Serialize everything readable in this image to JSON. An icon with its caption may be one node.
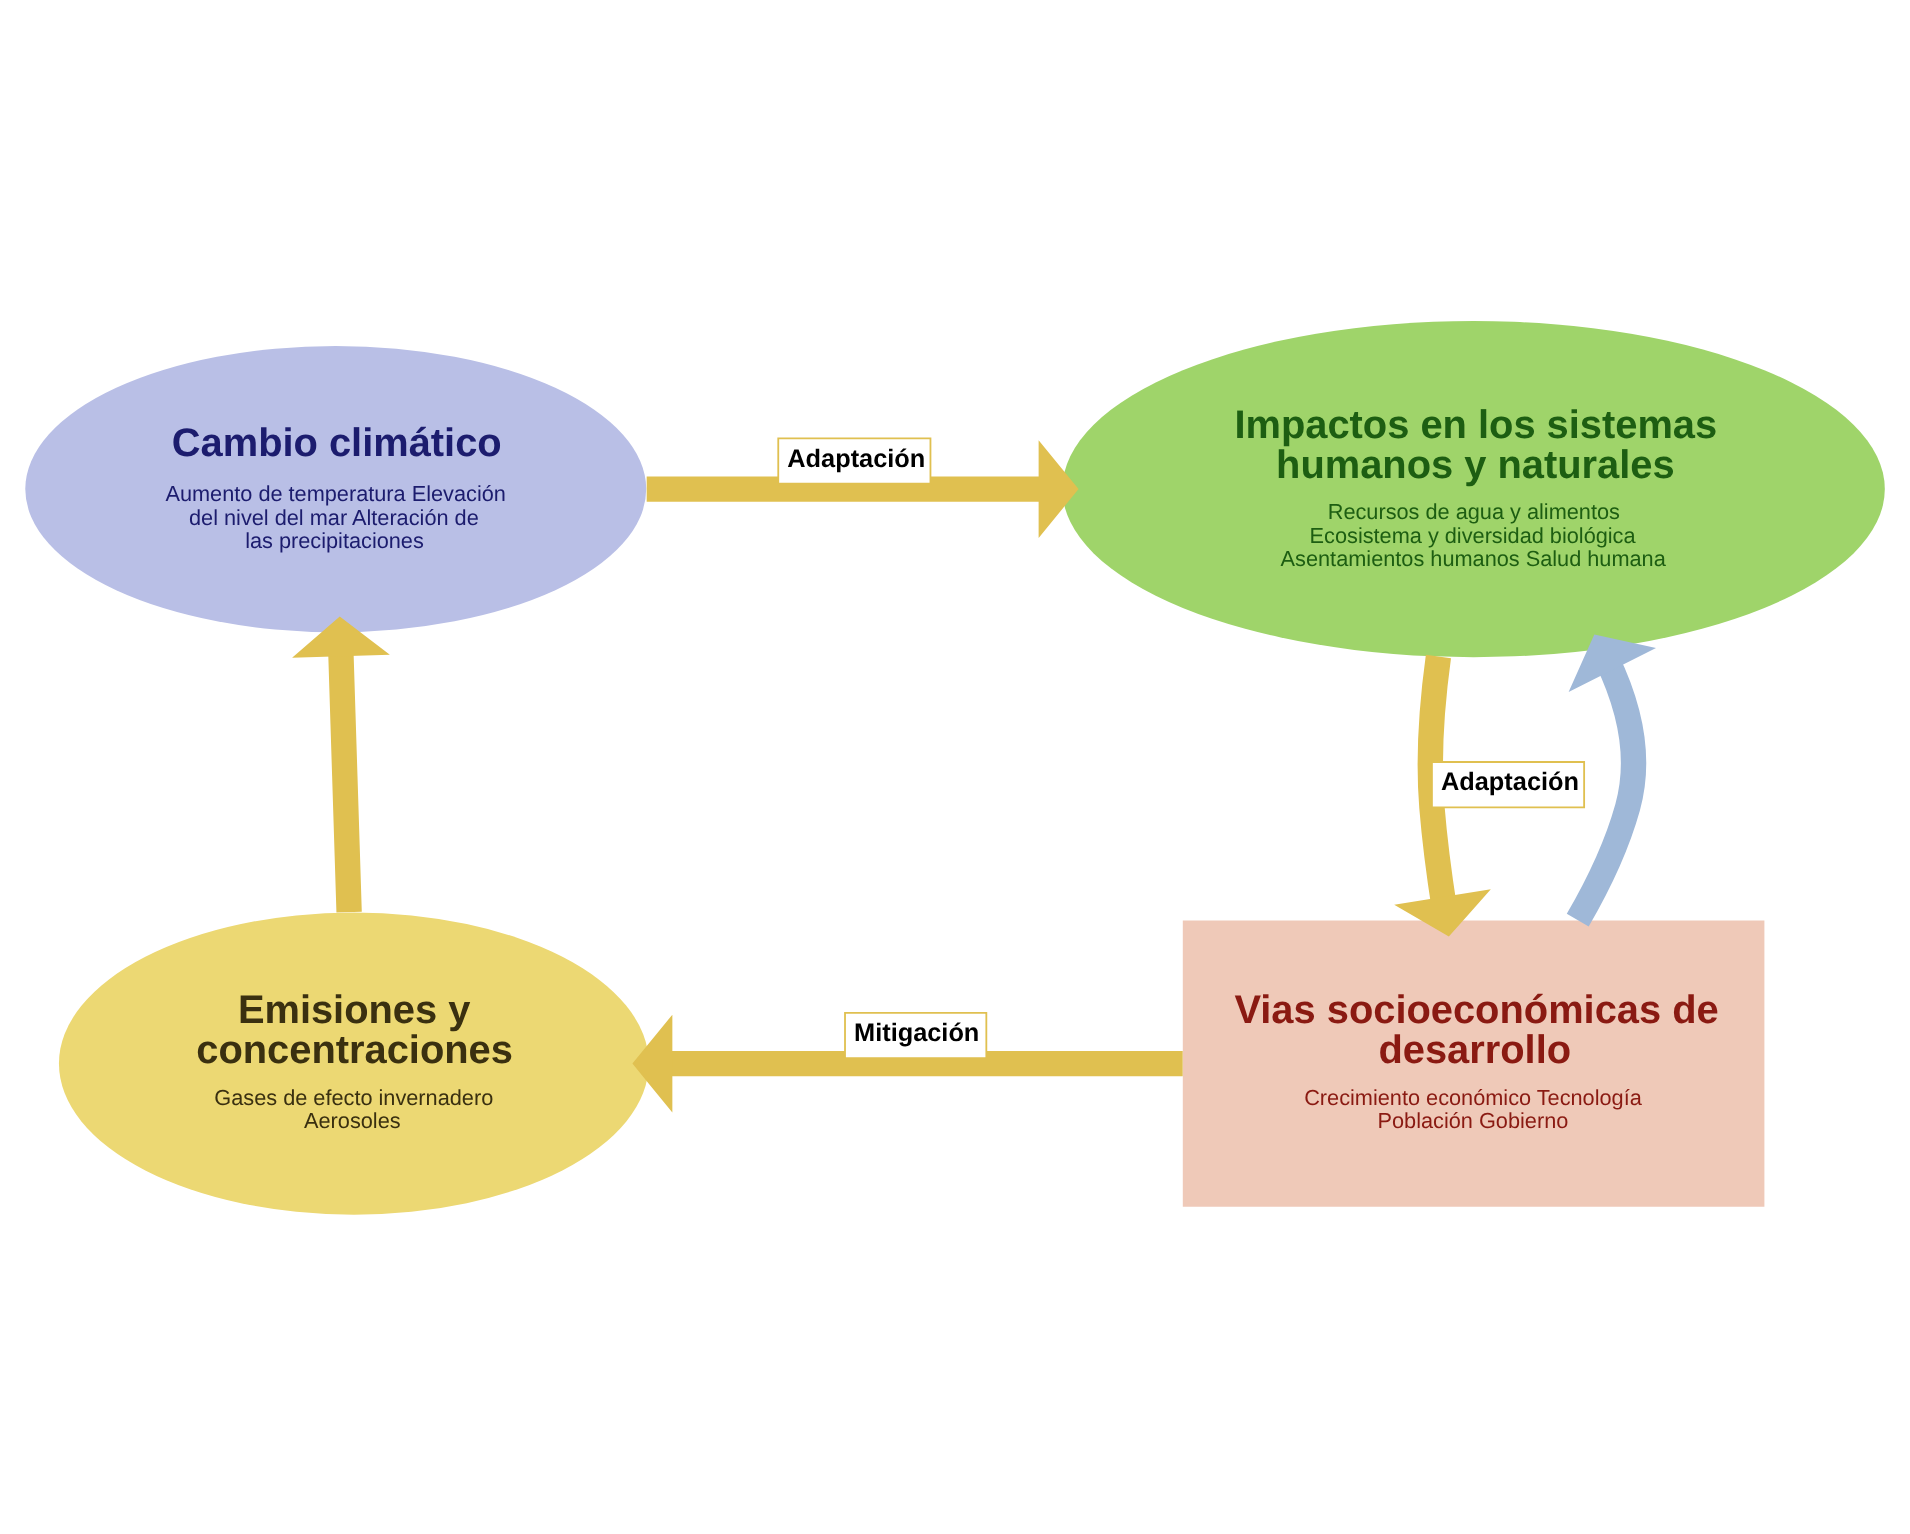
{
  "diagram": {
    "nodes": [
      {
        "text": [
          "Cambio climático",
          "Aumento de temperatura Elevación del nivel del mar Alteración de las precipitaciones"
        ]
      },
      {
        "text": [
          "Impactos en los sistemas humanos y naturales",
          "Recursos de agua y alimentos Ecosistema y diversidad biológica Asentamientos humanos Salud humana"
        ]
      },
      {
        "text": [
          "Vias socioeconómicas de desarrollo",
          "Crecimiento económico Tecnología Población Gobierno"
        ]
      },
      {
        "text": [
          "Emisiones y concentraciones",
          "Gases de efecto invernadero Aerosoles"
        ]
      }
    ],
    "edges": [
      {
        "from": 0,
        "to": 1,
        "arrow": "to",
        "label": "Adaptación"
      },
      {
        "from": 1,
        "to": 2,
        "arrow": "to",
        "label": "Adaptación"
      },
      {
        "from": 2,
        "to": 1,
        "arrow": "to",
        "color": "#9fb8d8"
      },
      {
        "from": 2,
        "to": 3,
        "arrow": "to",
        "label": "Mitigación"
      },
      {
        "from": 3,
        "to": 0,
        "arrow": "to"
      }
    ]
  }
}
